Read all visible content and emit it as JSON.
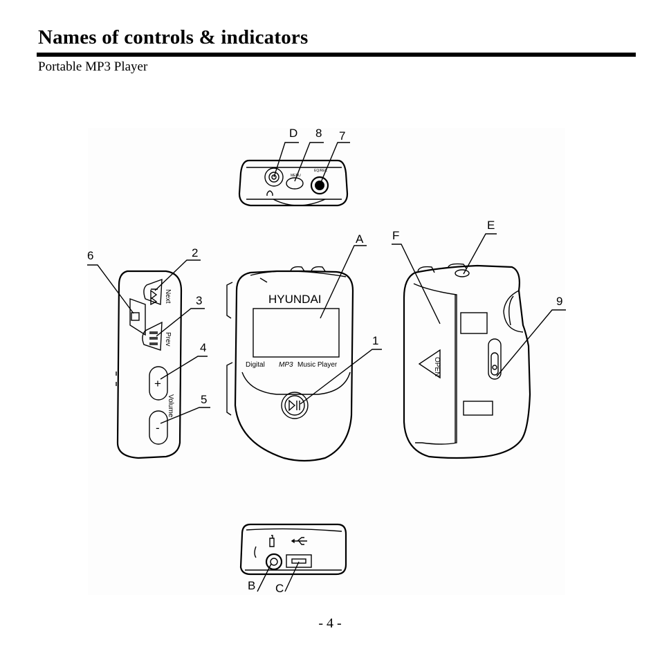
{
  "header": {
    "title": "Names of controls & indicators",
    "subtitle": "Portable MP3 Player"
  },
  "figure": {
    "callouts": {
      "D": "D",
      "n8": "8",
      "n7": "7",
      "E": "E",
      "F": "F",
      "A": "A",
      "n6": "6",
      "n2": "2",
      "n3": "3",
      "n4": "4",
      "n5": "5",
      "n1": "1",
      "n9": "9",
      "B": "B",
      "C": "C"
    },
    "side_panel": {
      "next": "Next",
      "prev": "Prev",
      "volume": "Volume",
      "plus": "+",
      "minus": "-"
    },
    "front": {
      "brand": "HYUNDAI",
      "digital": "Digital",
      "mp3": "MP3",
      "music_player": "Music Player"
    },
    "back": {
      "open": "OPEN"
    },
    "top_view": {
      "menu": "MENU",
      "eq_rec": "EQ/REC"
    }
  },
  "footer": {
    "page_number": "- 4 -"
  }
}
